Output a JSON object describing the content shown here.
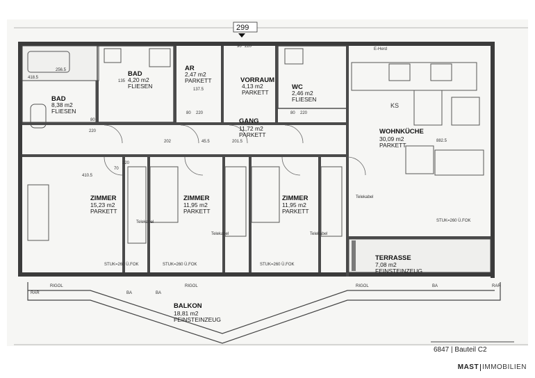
{
  "header": {
    "marker": "299",
    "dims_top": [
      "90",
      "220"
    ]
  },
  "rooms": [
    {
      "id": "bad1",
      "name": "BAD",
      "area": "4,20 m2",
      "floor": "FLIESEN"
    },
    {
      "id": "ar",
      "name": "AR",
      "area": "2,47 m2",
      "floor": "PARKETT"
    },
    {
      "id": "vorraum",
      "name": "VORRAUM",
      "area": "4,13 m2",
      "floor": "PARKETT"
    },
    {
      "id": "wc",
      "name": "WC",
      "area": "2,46 m2",
      "floor": "FLIESEN"
    },
    {
      "id": "bad2",
      "name": "BAD",
      "area": "8,38 m2",
      "floor": "FLIESEN"
    },
    {
      "id": "gang",
      "name": "GANG",
      "area": "11,72 m2",
      "floor": "PARKETT"
    },
    {
      "id": "wohnkueche",
      "name": "WOHNKÜCHE",
      "area": "30,09 m2",
      "floor": "PARKETT"
    },
    {
      "id": "zimmer1",
      "name": "ZIMMER",
      "area": "15,23 m2",
      "floor": "PARKETT"
    },
    {
      "id": "zimmer2",
      "name": "ZIMMER",
      "area": "11,95 m2",
      "floor": "PARKETT"
    },
    {
      "id": "zimmer3",
      "name": "ZIMMER",
      "area": "11,95 m2",
      "floor": "PARKETT"
    },
    {
      "id": "terrasse",
      "name": "TERRASSE",
      "area": "7,08 m2",
      "floor": "FEINSTEINZEUG"
    },
    {
      "id": "balkon",
      "name": "BALKON",
      "area": "18,81 m2",
      "floor": "FEINSTEINZEUG"
    }
  ],
  "annotations": {
    "telekabel": "Telekabel",
    "ks": "KS",
    "eherd": "E-Herd",
    "stuk": "STUK=260 Ü.FOK",
    "rigol": "RIGOL",
    "ba": "BA",
    "rar": "RAR",
    "dims": [
      "80",
      "220",
      "70",
      "220",
      "80",
      "220",
      "80",
      "220",
      "256.5",
      "418.5",
      "201.5",
      "45.5",
      "202",
      "135",
      "137.5",
      "882.5",
      "410.5"
    ]
  },
  "footer": {
    "project": "6847 | Bauteil C2"
  },
  "logo": {
    "part_a": "MAST",
    "part_b": "IMMOBILIEN"
  }
}
